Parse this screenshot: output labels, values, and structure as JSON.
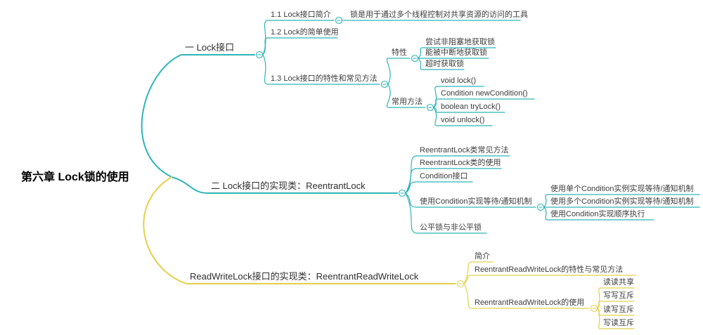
{
  "colors": {
    "c-teal": "#2eb4b8",
    "c-yellow": "#e4d04b",
    "c-text": "#3c3c3c",
    "c-root-text": "#000000",
    "c-bg": "#ffffff"
  },
  "title": "第六章 Lock锁的使用",
  "branches": [
    {
      "label": "一 Lock接口",
      "children": [
        {
          "label": "1.1 Lock接口简介",
          "children": [
            {
              "label": "锁是用于通过多个线程控制对共享资源的访问的工具"
            }
          ]
        },
        {
          "label": "1.2 Lock的简单使用"
        },
        {
          "label": "1.3 Lock接口的特性和常见方法",
          "children": [
            {
              "label": "特性",
              "children": [
                {
                  "label": "尝试非阻塞地获取锁"
                },
                {
                  "label": "能被中断地获取锁"
                },
                {
                  "label": "超时获取锁"
                }
              ]
            },
            {
              "label": "常用方法",
              "children": [
                {
                  "label": "void lock()"
                },
                {
                  "label": "Condition newCondition()"
                },
                {
                  "label": "boolean tryLock()"
                },
                {
                  "label": "void unlock()"
                }
              ]
            }
          ]
        }
      ]
    },
    {
      "label": "二 Lock接口的实现类：ReentrantLock",
      "children": [
        {
          "label": "ReentrantLock类常见方法"
        },
        {
          "label": "ReentrantLock类的使用"
        },
        {
          "label": "Condition接口"
        },
        {
          "label": "使用Condition实现等待/通知机制",
          "children": [
            {
              "label": "使用单个Condition实例实现等待/通知机制"
            },
            {
              "label": "使用多个Condition实例实现等待/通知机制"
            },
            {
              "label": "使用Condition实现顺序执行"
            }
          ]
        },
        {
          "label": "公平锁与非公平锁"
        }
      ]
    },
    {
      "label": "ReadWriteLock接口的实现类：ReentrantReadWriteLock",
      "children": [
        {
          "label": "简介"
        },
        {
          "label": "ReentrantReadWriteLock的特性与常见方法"
        },
        {
          "label": "ReentrantReadWriteLock的使用",
          "children": [
            {
              "label": "读读共享"
            },
            {
              "label": "写写互斥"
            },
            {
              "label": "读写互斥"
            },
            {
              "label": "写读互斥"
            }
          ]
        }
      ]
    }
  ]
}
